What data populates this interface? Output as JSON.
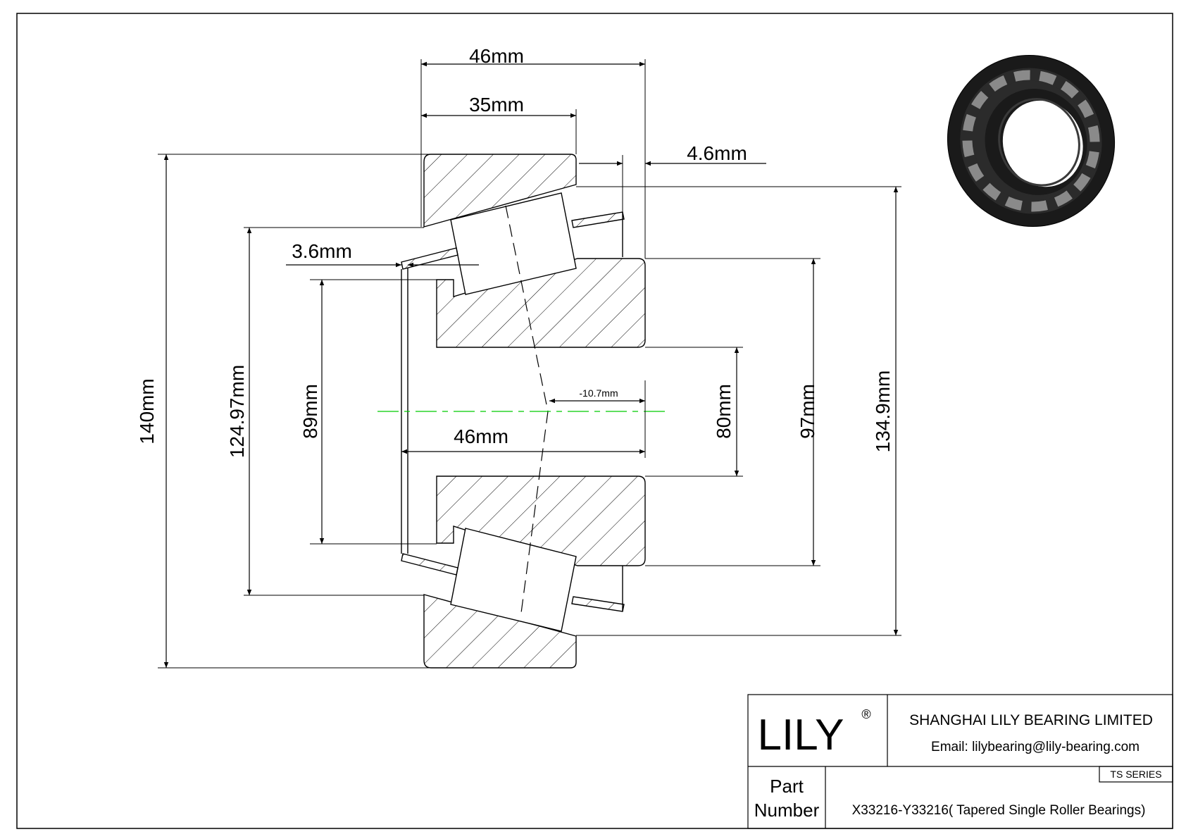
{
  "dimensions": {
    "width_outer_top": "46mm",
    "width_cup": "35mm",
    "offset_right": "4.6mm",
    "offset_left": "3.6mm",
    "od": "140mm",
    "cone_back_dia": "124.97mm",
    "shoulder_dia": "89mm",
    "bore": "80mm",
    "cone_od": "97mm",
    "cup_inner_dia": "134.9mm",
    "effective_center": "-10.7mm",
    "width_total": "46mm"
  },
  "title_block": {
    "logo": "LILY",
    "registered": "®",
    "company": "SHANGHAI LILY BEARING LIMITED",
    "email": "Email: lilybearing@lily-bearing.com",
    "part_label_1": "Part",
    "part_label_2": "Number",
    "series": "TS SERIES",
    "part_number": "X33216-Y33216( Tapered Single Roller Bearings)"
  },
  "colors": {
    "line": "#000000",
    "centerline": "#00cc00",
    "bearing_body": "#1a1a1a",
    "bearing_cage": "#8a8a8a"
  }
}
